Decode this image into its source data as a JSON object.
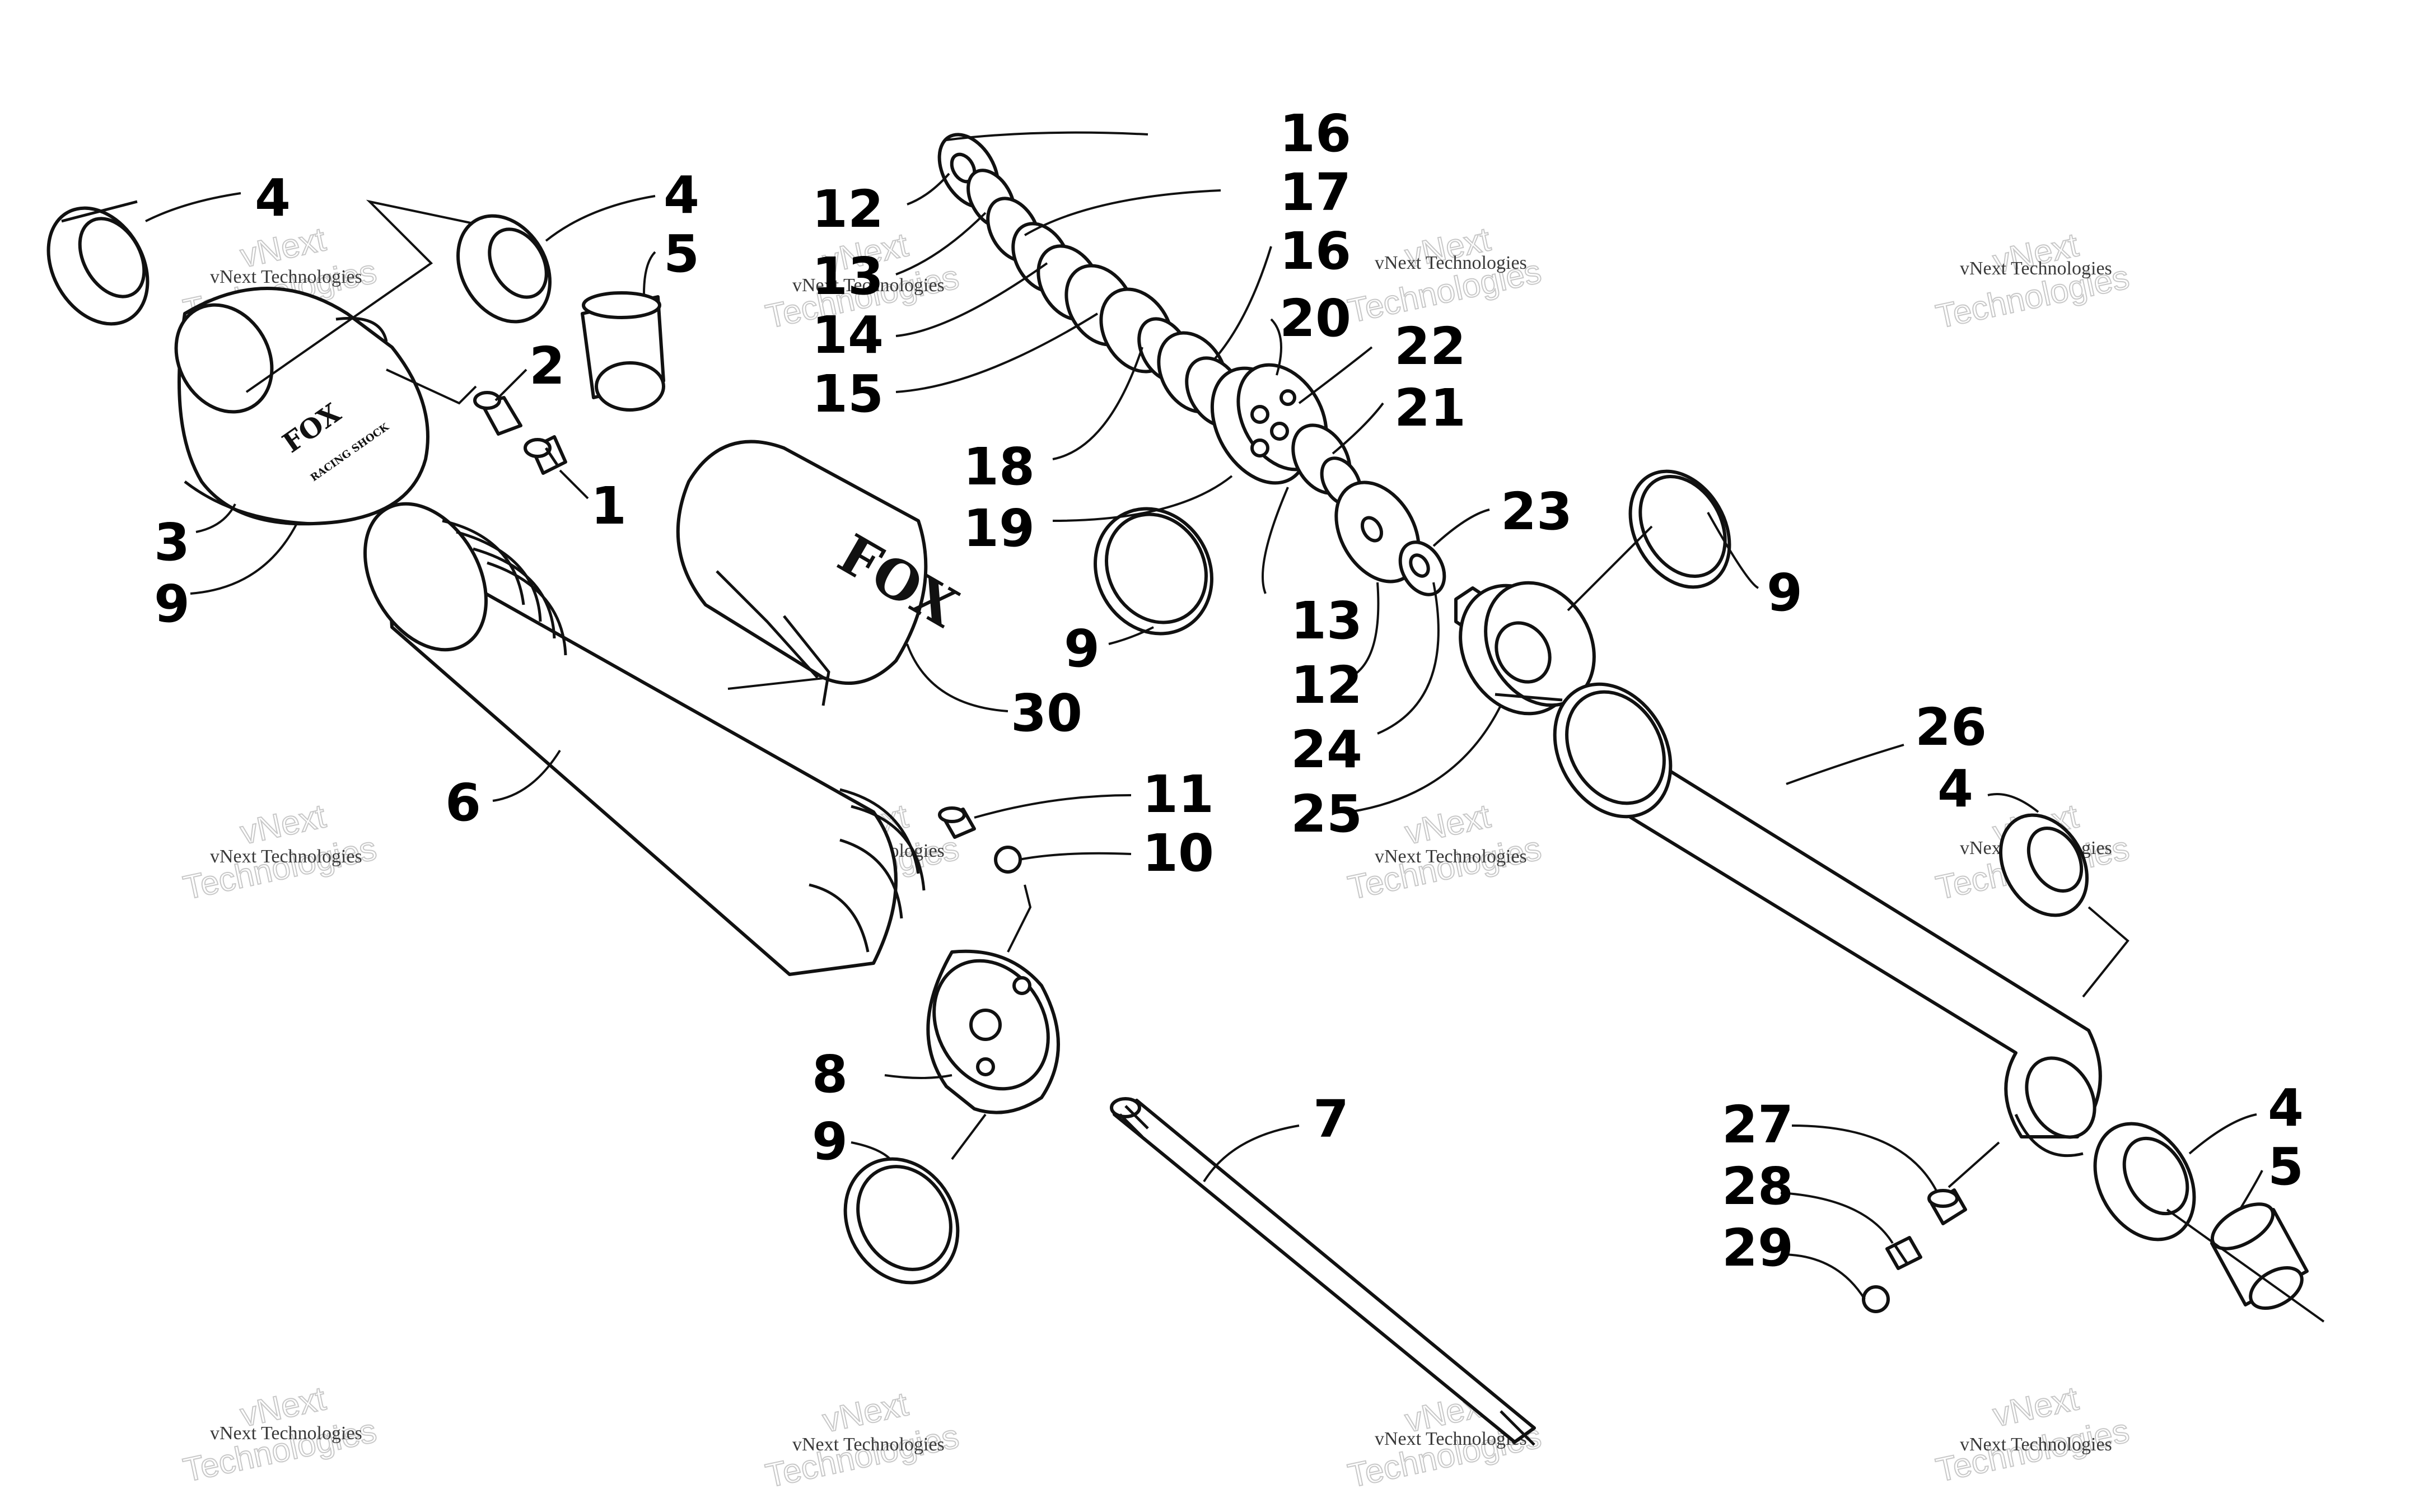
{
  "callouts": [
    {
      "id": "c4a",
      "text": "4"
    },
    {
      "id": "c4b",
      "text": "4"
    },
    {
      "id": "c5a",
      "text": "5"
    },
    {
      "id": "c2",
      "text": "2"
    },
    {
      "id": "c1",
      "text": "1"
    },
    {
      "id": "c3",
      "text": "3"
    },
    {
      "id": "c9a",
      "text": "9"
    },
    {
      "id": "c6",
      "text": "6"
    },
    {
      "id": "c30",
      "text": "30"
    },
    {
      "id": "c16a",
      "text": "16"
    },
    {
      "id": "c12a",
      "text": "12"
    },
    {
      "id": "c17",
      "text": "17"
    },
    {
      "id": "c13a",
      "text": "13"
    },
    {
      "id": "c16b",
      "text": "16"
    },
    {
      "id": "c14",
      "text": "14"
    },
    {
      "id": "c20",
      "text": "20"
    },
    {
      "id": "c15",
      "text": "15"
    },
    {
      "id": "c22",
      "text": "22"
    },
    {
      "id": "c21",
      "text": "21"
    },
    {
      "id": "c18",
      "text": "18"
    },
    {
      "id": "c19",
      "text": "19"
    },
    {
      "id": "c23",
      "text": "23"
    },
    {
      "id": "c9b",
      "text": "9"
    },
    {
      "id": "c13b",
      "text": "13"
    },
    {
      "id": "c12b",
      "text": "12"
    },
    {
      "id": "c24",
      "text": "24"
    },
    {
      "id": "c25",
      "text": "25"
    },
    {
      "id": "c9c",
      "text": "9"
    },
    {
      "id": "c26",
      "text": "26"
    },
    {
      "id": "c11",
      "text": "11"
    },
    {
      "id": "c10",
      "text": "10"
    },
    {
      "id": "c8",
      "text": "8"
    },
    {
      "id": "c9d",
      "text": "9"
    },
    {
      "id": "c7",
      "text": "7"
    },
    {
      "id": "c4c",
      "text": "4"
    },
    {
      "id": "c4d",
      "text": "4"
    },
    {
      "id": "c5b",
      "text": "5"
    },
    {
      "id": "c27",
      "text": "27"
    },
    {
      "id": "c28",
      "text": "28"
    },
    {
      "id": "c29",
      "text": "29"
    }
  ],
  "brand_marks": {
    "reservoir_logo": "FOX",
    "body_logo": "FOX",
    "body_subtext": "RACING SHOCK"
  },
  "watermark": {
    "line_small": "vNext Technologies",
    "line_big_1": "vNext",
    "line_big_2": "Technologies"
  }
}
